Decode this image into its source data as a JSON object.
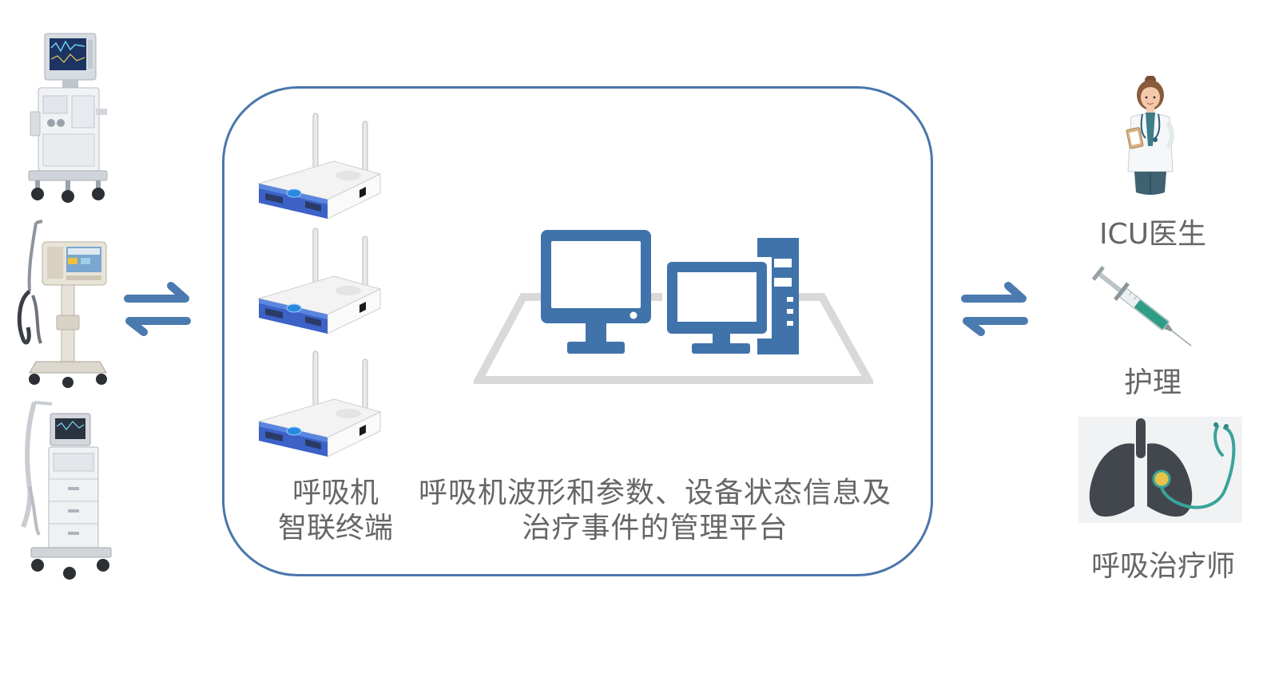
{
  "diagram": {
    "left_devices": [
      {
        "icon": "ventilator-icon"
      },
      {
        "icon": "ventilator-icon"
      },
      {
        "icon": "ventilator-icon"
      }
    ],
    "left_arrow_icon": "bidirectional-arrows-icon",
    "platform": {
      "terminals": {
        "icons": [
          "wireless-router-icon",
          "wireless-router-icon",
          "wireless-router-icon"
        ],
        "label_line1": "呼吸机",
        "label_line2": "智联终端"
      },
      "system": {
        "icon": "computer-workstation-icon",
        "label_line1": "呼吸机波形和参数、设备状态信息及",
        "label_line2": "治疗事件的管理平台"
      }
    },
    "right_arrow_icon": "bidirectional-arrows-icon",
    "roles": [
      {
        "icon": "doctor-icon",
        "label": "ICU医生"
      },
      {
        "icon": "syringe-icon",
        "label": "护理"
      },
      {
        "icon": "lungs-stethoscope-icon",
        "label": "呼吸治疗师"
      }
    ]
  },
  "colors": {
    "frame_border": "#4a76ab",
    "icon_blue": "#4173ab",
    "arrow_blue": "#4a7aaf",
    "label_text": "#666666",
    "platform_gray": "#d9d9d9"
  }
}
